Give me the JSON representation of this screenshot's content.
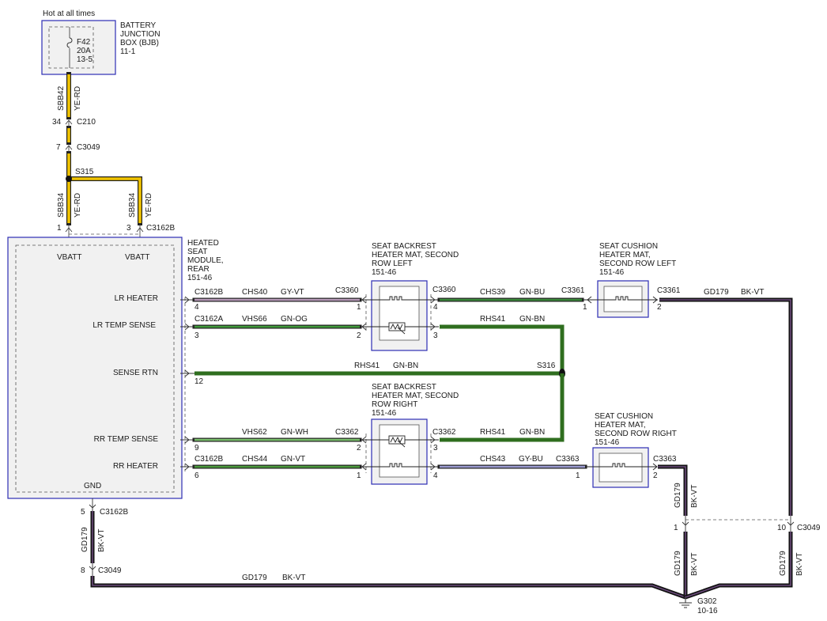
{
  "top": {
    "hot_label": "Hot at all times",
    "bjb_title": [
      "BATTERY",
      "JUNCTION",
      "BOX (BJB)",
      "11-1"
    ],
    "fuse": [
      "F42",
      "20A",
      "13-5"
    ],
    "wire1": {
      "circuit": "SBB42",
      "color": "YE-RD"
    },
    "conn_c210": {
      "pin": "34",
      "name": "C210"
    },
    "conn_c3049_top": {
      "pin": "7",
      "name": "C3049"
    },
    "splice_s315": "S315",
    "wire_l": {
      "circuit": "SBB34",
      "color": "YE-RD"
    },
    "wire_r": {
      "circuit": "SBB34",
      "color": "YE-RD"
    },
    "pin_l": "1",
    "pin_r": "3",
    "conn_c3162b_top": "C3162B"
  },
  "module": {
    "title": [
      "HEATED",
      "SEAT",
      "MODULE,",
      "REAR",
      "151-46"
    ],
    "vbatt1": "VBATT",
    "vbatt2": "VBATT",
    "lr_heater": "LR HEATER",
    "lr_temp": "LR TEMP SENSE",
    "sense_rtn": "SENSE RTN",
    "rr_temp": "RR TEMP SENSE",
    "rr_heater": "RR HEATER",
    "gnd": "GND"
  },
  "rows": {
    "lr_heater": {
      "conn": "C3162B",
      "pin": "4",
      "circuit": "CHS40",
      "color": "GY-VT",
      "far_conn": "C3360",
      "far_pin": "1"
    },
    "lr_temp": {
      "conn": "C3162A",
      "pin": "3",
      "circuit": "VHS66",
      "color": "GN-OG",
      "far_pin": "2"
    },
    "sense_rtn": {
      "pin": "12",
      "circuit": "RHS41",
      "color": "GN-BN",
      "splice": "S316"
    },
    "rr_temp": {
      "pin": "9",
      "circuit": "VHS62",
      "color": "GN-WH",
      "far_conn": "C3362",
      "far_pin": "2"
    },
    "rr_heater": {
      "conn": "C3162B",
      "pin": "6",
      "circuit": "CHS44",
      "color": "GN-VT",
      "far_pin": "1"
    }
  },
  "backrest_left": {
    "title": [
      "SEAT BACKREST",
      "HEATER MAT, SECOND",
      "ROW LEFT",
      "151-46"
    ],
    "out_conn": "C3360",
    "out_pin4": "4",
    "out_pin3": "3",
    "wire_top": {
      "circuit": "CHS39",
      "color": "GN-BU"
    },
    "wire_bot": {
      "circuit": "RHS41",
      "color": "GN-BN"
    }
  },
  "cushion_left": {
    "title": [
      "SEAT CUSHION",
      "HEATER MAT,",
      "SECOND ROW LEFT",
      "151-46"
    ],
    "in_conn": "C3361",
    "in_pin": "1",
    "out_conn": "C3361",
    "out_pin": "2",
    "gnd_wire": {
      "circuit": "GD179",
      "color": "BK-VT"
    }
  },
  "backrest_right": {
    "title": [
      "SEAT BACKREST",
      "HEATER MAT, SECOND",
      "ROW RIGHT",
      "151-46"
    ],
    "out_conn": "C3362",
    "out_pin3": "3",
    "out_pin4": "4",
    "wire_top": {
      "circuit": "RHS41",
      "color": "GN-BN"
    },
    "wire_bot": {
      "circuit": "CHS43",
      "color": "GY-BU"
    },
    "wire_bot_conn": "C3363",
    "wire_bot_pin": "1"
  },
  "cushion_right": {
    "title": [
      "SEAT CUSHION",
      "HEATER MAT,",
      "SECOND ROW RIGHT",
      "151-46"
    ],
    "out_conn": "C3363",
    "out_pin": "2"
  },
  "ground": {
    "gnd_pin": "5",
    "gnd_conn": "C3162B",
    "wire_mod": {
      "circuit": "GD179",
      "color": "BK-VT"
    },
    "c3049_pin": "8",
    "c3049_name": "C3049",
    "bottom_wire": {
      "circuit": "GD179",
      "color": "BK-VT"
    },
    "right_upper": {
      "circuit": "GD179",
      "color": "BK-VT"
    },
    "right_pin1": "1",
    "right_pin10": "10",
    "right_c3049": "C3049",
    "right_lower_l": {
      "circuit": "GD179",
      "color": "BK-VT"
    },
    "right_lower_r": {
      "circuit": "GD179",
      "color": "BK-VT"
    },
    "ground_name": "G302",
    "ground_ref": "10-16"
  }
}
